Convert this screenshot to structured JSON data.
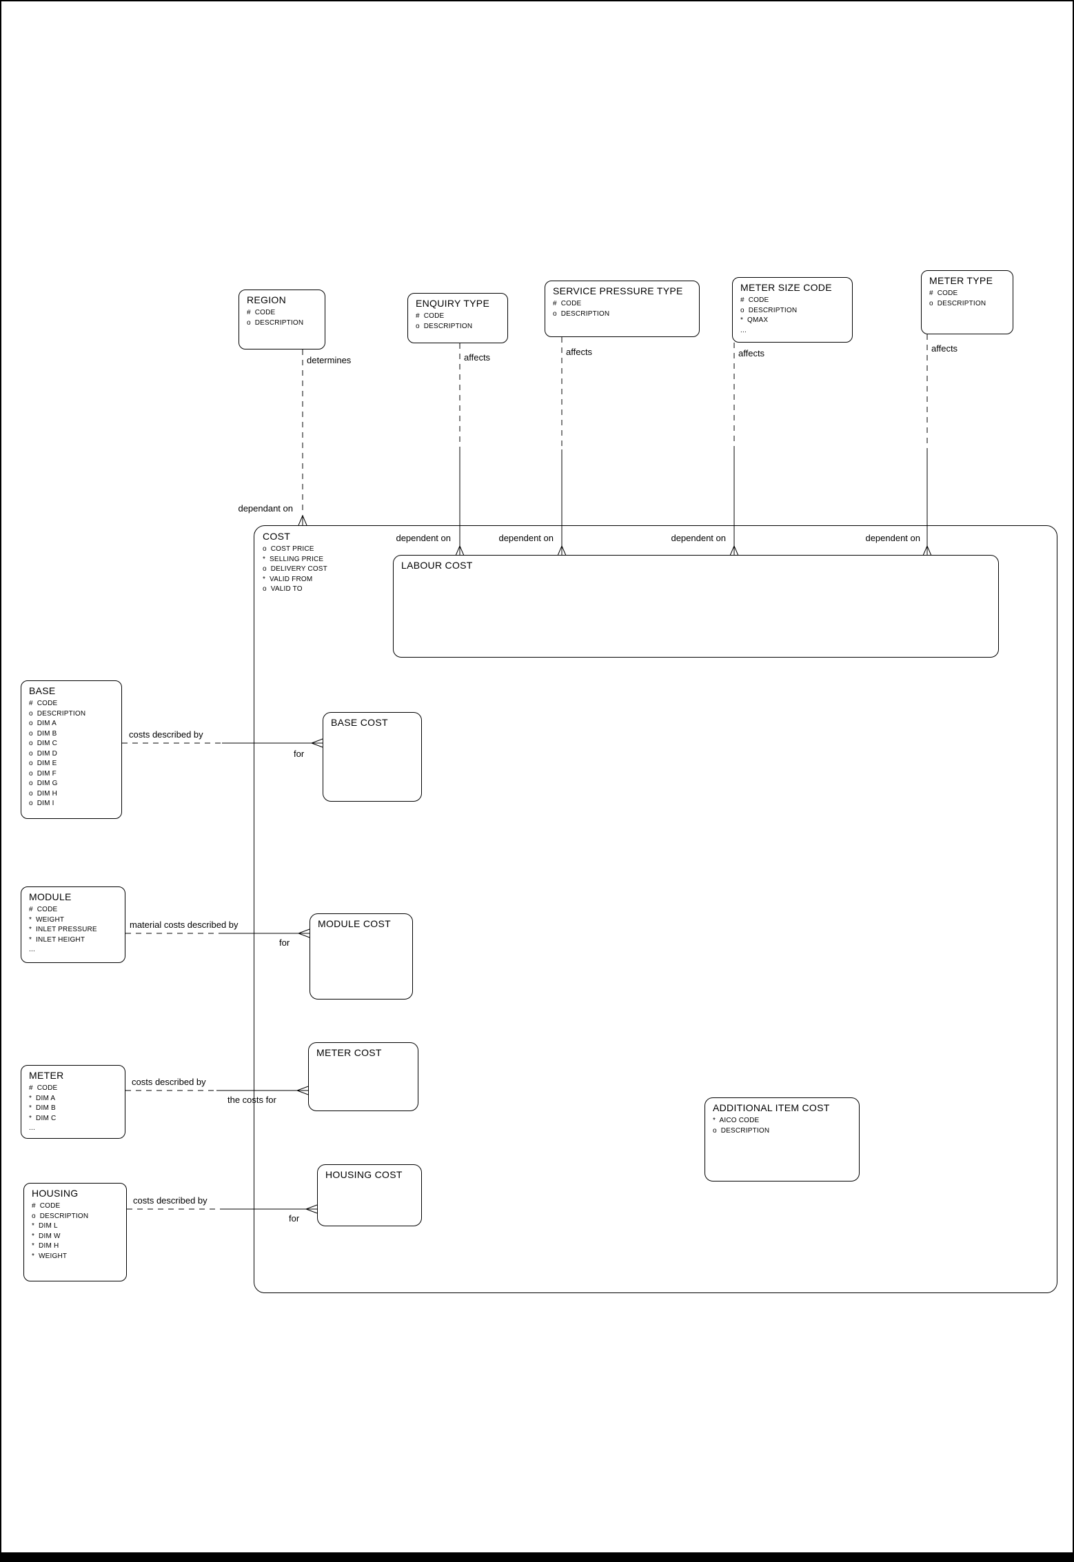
{
  "entities": {
    "region": {
      "title": "REGION",
      "attrs": [
        "#  CODE",
        "o  DESCRIPTION"
      ]
    },
    "enquiry_type": {
      "title": "ENQUIRY TYPE",
      "attrs": [
        "#  CODE",
        "o  DESCRIPTION"
      ]
    },
    "service_pressure_type": {
      "title": "SERVICE PRESSURE TYPE",
      "attrs": [
        "#  CODE",
        "o  DESCRIPTION"
      ]
    },
    "meter_size_code": {
      "title": "METER SIZE CODE",
      "attrs": [
        "#  CODE",
        "o  DESCRIPTION",
        "*  QMAX",
        "..."
      ]
    },
    "meter_type": {
      "title": "METER TYPE",
      "attrs": [
        "#  CODE",
        "o  DESCRIPTION"
      ]
    },
    "cost": {
      "title": "COST",
      "attrs": [
        "o  COST PRICE",
        "*  SELLING PRICE",
        "o  DELIVERY COST",
        "*  VALID FROM",
        "o  VALID TO"
      ]
    },
    "labour_cost": {
      "title": "LABOUR COST",
      "attrs": []
    },
    "base": {
      "title": "BASE",
      "attrs": [
        "#  CODE",
        "o  DESCRIPTION",
        "o  DIM A",
        "o  DIM B",
        "o  DIM C",
        "o  DIM D",
        "o  DIM E",
        "o  DIM F",
        "o  DIM G",
        "o  DIM H",
        "o  DIM I"
      ]
    },
    "base_cost": {
      "title": "BASE COST",
      "attrs": []
    },
    "module": {
      "title": "MODULE",
      "attrs": [
        "#  CODE",
        "*  WEIGHT",
        "*  INLET PRESSURE",
        "*  INLET HEIGHT",
        "..."
      ]
    },
    "module_cost": {
      "title": "MODULE COST",
      "attrs": []
    },
    "meter": {
      "title": "METER",
      "attrs": [
        "#  CODE",
        "*  DIM A",
        "*  DIM B",
        "*  DIM C",
        "..."
      ]
    },
    "meter_cost": {
      "title": "METER COST",
      "attrs": []
    },
    "housing": {
      "title": "HOUSING",
      "attrs": [
        "#  CODE",
        "o  DESCRIPTION",
        "*  DIM L",
        "*  DIM W",
        "*  DIM H",
        "*  WEIGHT"
      ]
    },
    "housing_cost": {
      "title": "HOUSING COST",
      "attrs": []
    },
    "additional_item_cost": {
      "title": "ADDITIONAL ITEM COST",
      "attrs": [
        "*  AICO CODE",
        "o  DESCRIPTION"
      ]
    }
  },
  "relationships": {
    "region_cost": {
      "from_label": "determines",
      "to_label": "dependant on"
    },
    "enquiry_labour": {
      "from_label": "affects",
      "to_label": "dependent on"
    },
    "service_labour": {
      "from_label": "affects",
      "to_label": "dependent on"
    },
    "meter_size_labour": {
      "from_label": "affects",
      "to_label": "dependent on"
    },
    "meter_type_labour": {
      "from_label": "affects",
      "to_label": "dependent on"
    },
    "base_base_cost": {
      "from_label": "costs described by",
      "to_label": "for"
    },
    "module_module_cost": {
      "from_label": "material costs described by",
      "to_label": "for"
    },
    "meter_meter_cost": {
      "from_label": "costs described by",
      "to_label": "the costs for"
    },
    "housing_housing_cost": {
      "from_label": "costs described by",
      "to_label": "for"
    }
  },
  "colors": {
    "line": "#000000",
    "background": "#ffffff"
  }
}
